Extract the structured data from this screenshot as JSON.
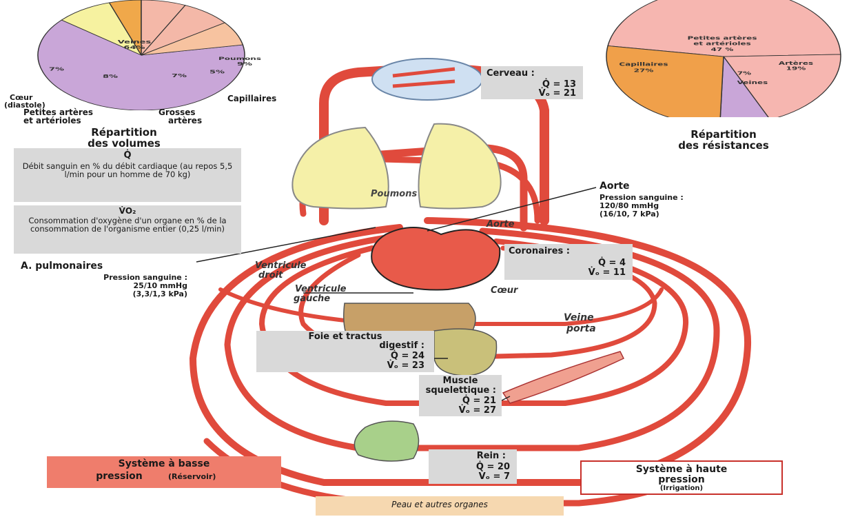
{
  "volume_pie": {
    "slices": [
      {
        "label": "Veines",
        "value": 64,
        "color": "#c9a6d8"
      },
      {
        "label": "Poumons",
        "value": 9,
        "color": "#f6f2a0"
      },
      {
        "label": "Capillaires",
        "value": 5,
        "color": "#f0a84a"
      },
      {
        "label": "Grosses artères",
        "value": 7,
        "color": "#f4b8a8"
      },
      {
        "label": "Petites artères et artérioles",
        "value": 8,
        "color": "#f4b8a8"
      },
      {
        "label": "Cœur (diastole)",
        "value": 7,
        "color": "#f7c3a0"
      }
    ],
    "text": {
      "veines": "Veines",
      "veines_pct": "64%",
      "poumons": "Poumons",
      "poumons_pct": "9%",
      "capillaires_pct": "5%",
      "capillaires": "Capillaires",
      "grosses_pct": "7%",
      "grosses": "Grosses",
      "arteres": "artères",
      "petites_pct": "8%",
      "petites": "Petites artères",
      "arterioles": "et artérioles",
      "coeur_pct": "7%",
      "coeur": "Cœur",
      "diastole": "(diastole)"
    },
    "heading1": "Répartition",
    "heading2": "des volumes"
  },
  "resistance_pie": {
    "slices": [
      {
        "label": "Petites artères et artérioles",
        "value": 47,
        "color": "#f6b6b0"
      },
      {
        "label": "Artères",
        "value": 19,
        "color": "#f6b6b0"
      },
      {
        "label": "Veines",
        "value": 7,
        "color": "#c9a6d8"
      },
      {
        "label": "Capillaires",
        "value": 27,
        "color": "#f0a04a"
      }
    ],
    "text": {
      "petites1": "Petites artères",
      "petites2": "et artérioles",
      "petites_pct": "47 %",
      "capillaires": "Capillaires",
      "capillaires_pct": "27%",
      "arteres": "Artères",
      "arteres_pct": "19%",
      "veines_pct": "7%",
      "veines": "Veines"
    },
    "heading1": "Répartition",
    "heading2": "des résistances"
  },
  "legend": {
    "q_symbol": "Q̇",
    "q_desc": "Débit sanguin en % du débit cardiaque (au repos 5,5 l/min pour un homme de 70 kg)",
    "v_symbol": "V̇O₂",
    "v_desc": "Consommation d'oxygène d'un organe en % de la consommation de l'organisme entier (0,25 l/min)"
  },
  "organs": {
    "cerveau": {
      "name": "Cerveau :",
      "q": "Q̇ = 13",
      "v": "V̇ₒ = 21"
    },
    "coronaires": {
      "name": "Coronaires :",
      "q": "Q̇ = 4",
      "v": "V̇ₒ = 11"
    },
    "foie": {
      "name1": "Foie et tractus",
      "name2": "digestif :",
      "q": "Q̇ = 24",
      "v": "V̇ₒ = 23"
    },
    "muscle": {
      "name1": "Muscle",
      "name2": "squelettique :",
      "q": "Q̇ = 21",
      "v": "V̇ₒ = 27"
    },
    "rein": {
      "name": "Rein :",
      "q": "Q̇ = 20",
      "v": "V̇ₒ = 7"
    }
  },
  "labels": {
    "poumons": "Poumons",
    "aorte_title": "Aorte",
    "aorte_p1": "Pression sanguine :",
    "aorte_p2": "120/80 mmHg",
    "aorte_p3": "(16/10, 7 kPa)",
    "aorte_vessel": "Aorte",
    "ap_title": "A. pulmonaires",
    "ap_p1": "Pression sanguine :",
    "ap_p2": "25/10 mmHg",
    "ap_p3": "(3,3/1,3 kPa)",
    "vd1": "Ventricule",
    "vd2": "droit",
    "vg1": "Ventricule",
    "vg2": "gauche",
    "coeur": "Cœur",
    "veine1": "Veine",
    "veine2": "porta"
  },
  "systems": {
    "low1": "Système à basse",
    "low2": "pression",
    "low3": "(Réservoir)",
    "high1": "Système à haute",
    "high2": "pression",
    "high3": "(Irrigation)",
    "peau": "Peau et autres organes"
  },
  "colors": {
    "vessel": "#e04a3c",
    "vessel_light": "#f28878",
    "lung": "#f5f0a8",
    "low_box": "#ef7d6c",
    "peau_box": "#f6d8b0"
  }
}
